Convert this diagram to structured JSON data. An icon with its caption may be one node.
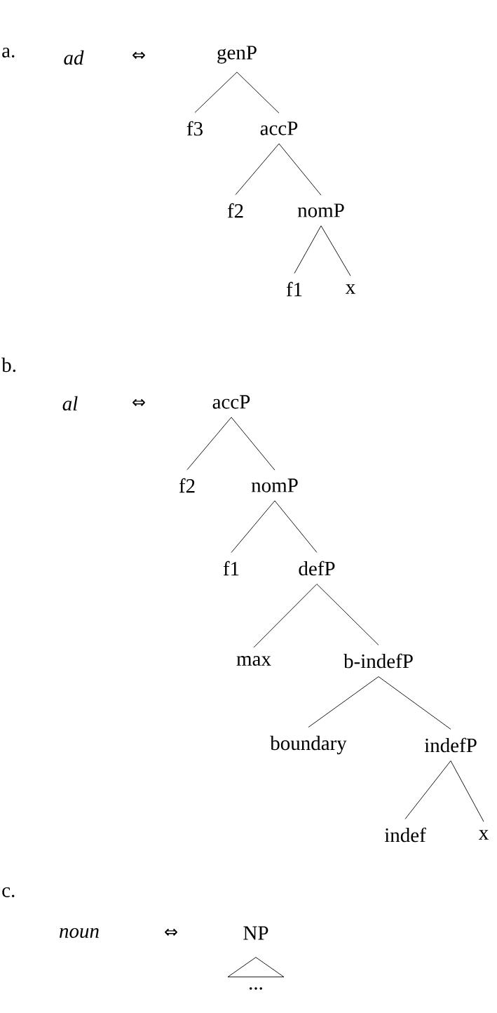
{
  "diagram": {
    "nodes": [
      {
        "text": [
          "genP"
        ]
      },
      {
        "text": [
          "f3"
        ]
      },
      {
        "text": [
          "accP"
        ]
      },
      {
        "text": [
          "f2"
        ]
      },
      {
        "text": [
          "nomP"
        ]
      },
      {
        "text": [
          "f1"
        ]
      },
      {
        "text": [
          "x"
        ]
      },
      {
        "text": [
          "accP"
        ]
      },
      {
        "text": [
          "f2"
        ]
      },
      {
        "text": [
          "nomP"
        ]
      },
      {
        "text": [
          "f1"
        ]
      },
      {
        "text": [
          "defP"
        ]
      },
      {
        "text": [
          "max"
        ]
      },
      {
        "text": [
          "b-indefP"
        ]
      },
      {
        "text": [
          "boundary"
        ]
      },
      {
        "text": [
          "indefP"
        ]
      },
      {
        "text": [
          "indef"
        ]
      },
      {
        "text": [
          "x"
        ]
      },
      {
        "text": [
          "NP"
        ]
      },
      {
        "text": [],
        "shape": "triangle",
        "beside": [
          "..."
        ]
      }
    ],
    "edges": [
      {
        "from": 0,
        "to": 1,
        "arrow": "none"
      },
      {
        "from": 0,
        "to": 2,
        "arrow": "none"
      },
      {
        "from": 2,
        "to": 3,
        "arrow": "none"
      },
      {
        "from": 2,
        "to": 4,
        "arrow": "none"
      },
      {
        "from": 4,
        "to": 5,
        "arrow": "none"
      },
      {
        "from": 4,
        "to": 6,
        "arrow": "none"
      },
      {
        "from": 7,
        "to": 8,
        "arrow": "none"
      },
      {
        "from": 7,
        "to": 9,
        "arrow": "none"
      },
      {
        "from": 9,
        "to": 10,
        "arrow": "none"
      },
      {
        "from": 9,
        "to": 11,
        "arrow": "none"
      },
      {
        "from": 11,
        "to": 12,
        "arrow": "none"
      },
      {
        "from": 11,
        "to": 13,
        "arrow": "none"
      },
      {
        "from": 13,
        "to": 14,
        "arrow": "none"
      },
      {
        "from": 13,
        "to": 15,
        "arrow": "none"
      },
      {
        "from": 15,
        "to": 16,
        "arrow": "none"
      },
      {
        "from": 15,
        "to": 17,
        "arrow": "none"
      }
    ],
    "labels": [
      "a.",
      "ad",
      "⇔",
      "b.",
      "al",
      "⇔",
      "c.",
      "noun",
      "⇔"
    ]
  }
}
